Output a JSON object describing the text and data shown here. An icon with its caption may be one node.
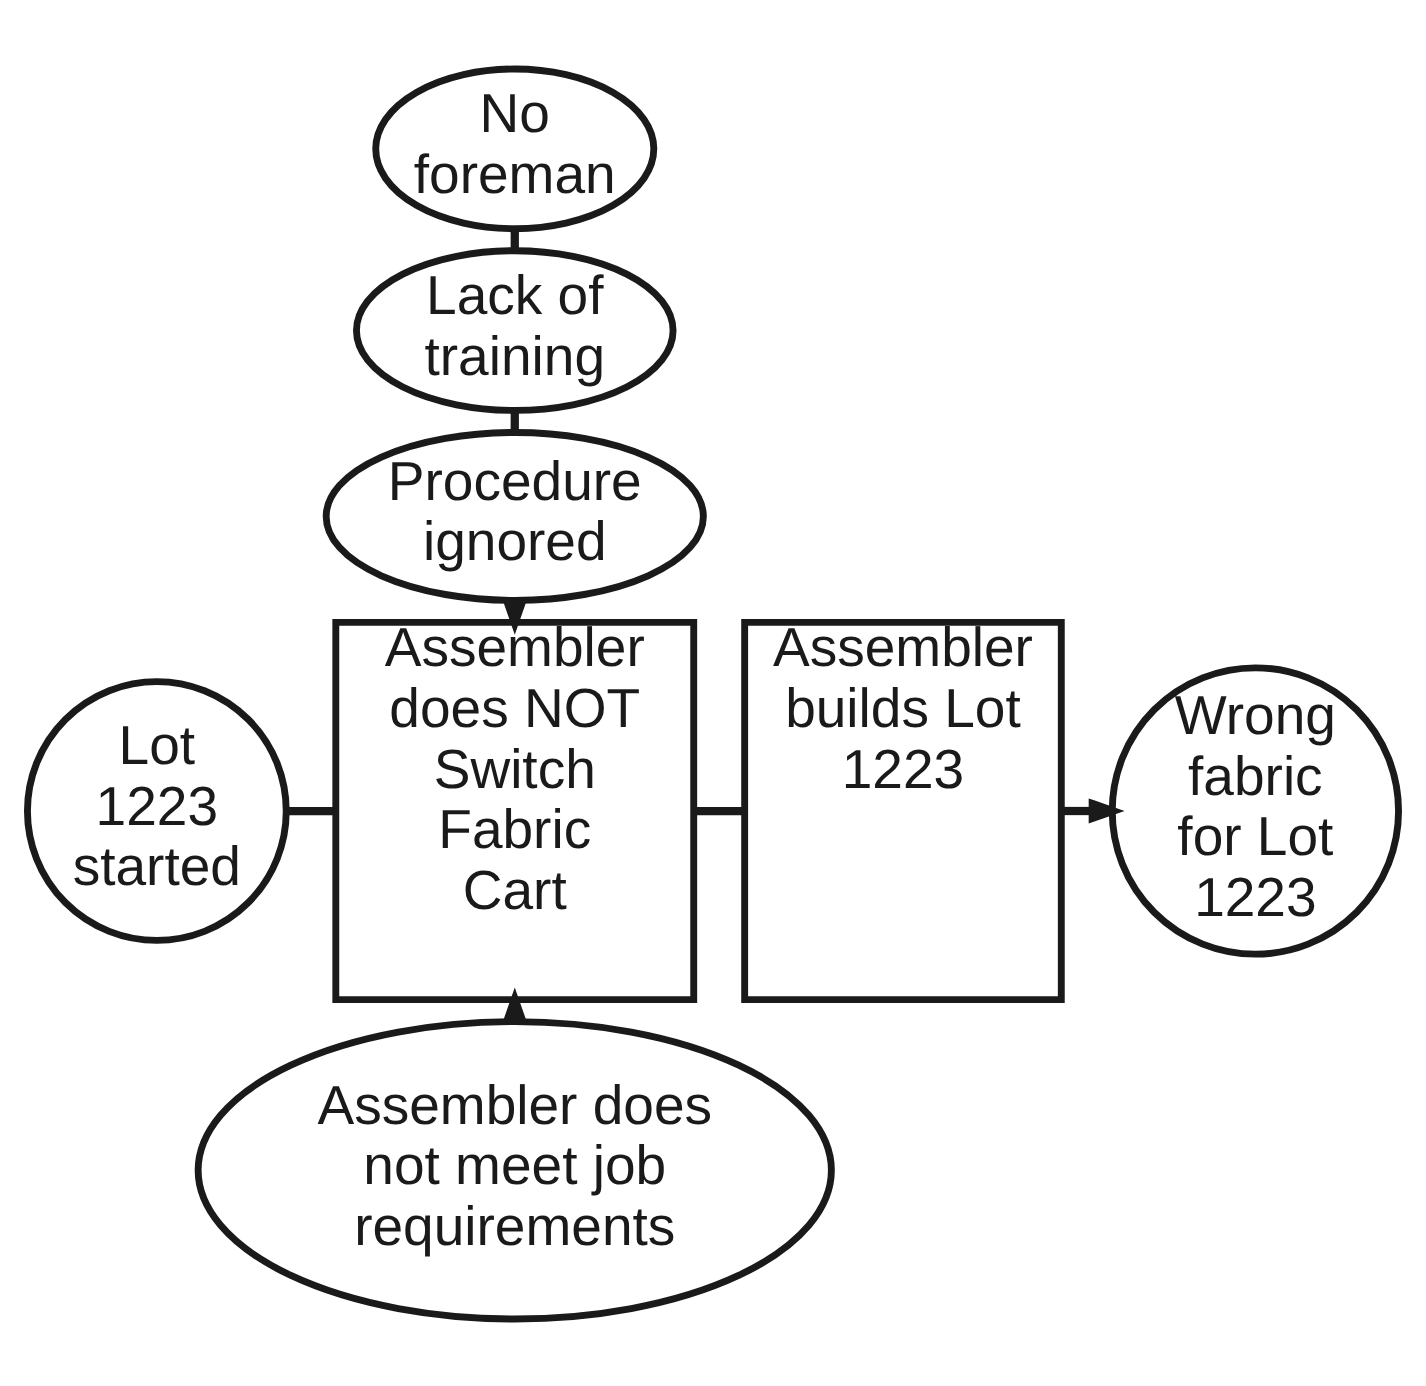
{
  "diagram": {
    "nodes": [
      {
        "text": [
          "No foreman"
        ]
      },
      {
        "text": [
          "Lack of training"
        ]
      },
      {
        "text": [
          "Procedure ignored"
        ]
      },
      {
        "text": [
          "Lot 1223 started"
        ]
      },
      {
        "text": [
          "Assembler does NOT Switch Fabric Cart"
        ]
      },
      {
        "text": [
          "Assembler builds Lot 1223"
        ]
      },
      {
        "text": [
          "Wrong fabric for Lot 1223"
        ]
      },
      {
        "text": [
          "Assembler does not meet job requirements"
        ]
      }
    ],
    "edges": [
      {
        "from": 0,
        "to": 1,
        "arrow": "none"
      },
      {
        "from": 1,
        "to": 2,
        "arrow": "none"
      },
      {
        "from": 2,
        "to": 4,
        "arrow": "to"
      },
      {
        "from": 3,
        "to": 4,
        "arrow": "none"
      },
      {
        "from": 4,
        "to": 5,
        "arrow": "none"
      },
      {
        "from": 5,
        "to": 6,
        "arrow": "to"
      },
      {
        "from": 7,
        "to": 4,
        "arrow": "to"
      }
    ]
  }
}
